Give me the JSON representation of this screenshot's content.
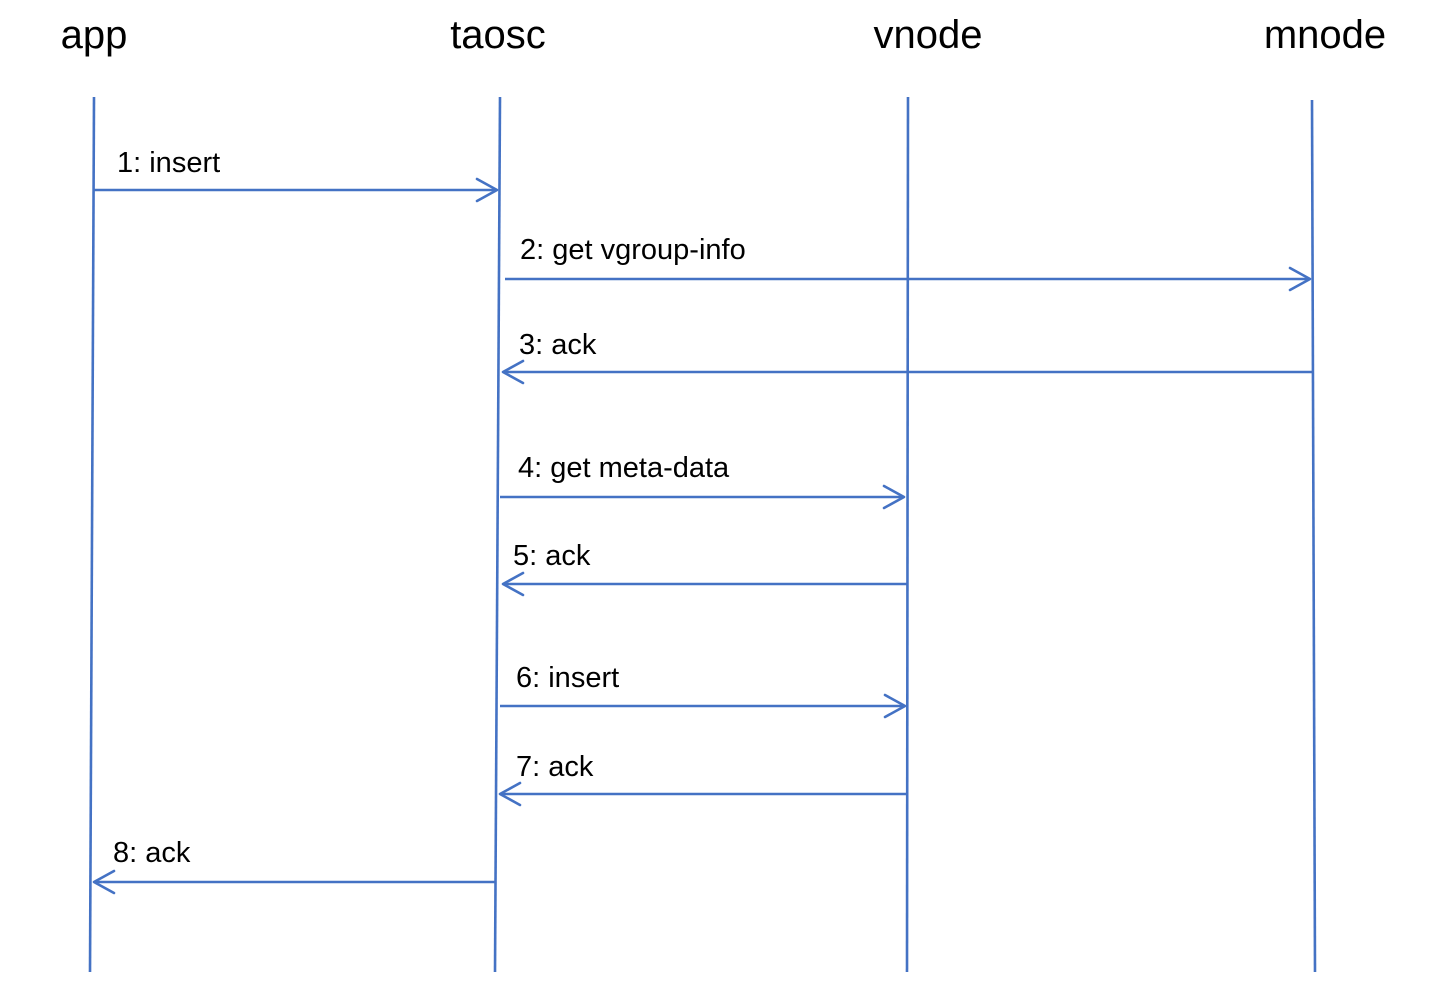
{
  "colors": {
    "line": "#4472c4",
    "text": "#000000",
    "background": "#ffffff"
  },
  "participants": [
    {
      "id": "app",
      "label": "app"
    },
    {
      "id": "taosc",
      "label": "taosc"
    },
    {
      "id": "vnode",
      "label": "vnode"
    },
    {
      "id": "mnode",
      "label": "mnode"
    }
  ],
  "messages": [
    {
      "step": 1,
      "label": "1: insert",
      "from": "app",
      "to": "taosc"
    },
    {
      "step": 2,
      "label": "2: get vgroup-info",
      "from": "taosc",
      "to": "mnode"
    },
    {
      "step": 3,
      "label": "3: ack",
      "from": "mnode",
      "to": "taosc"
    },
    {
      "step": 4,
      "label": "4: get meta-data",
      "from": "taosc",
      "to": "vnode"
    },
    {
      "step": 5,
      "label": "5: ack",
      "from": "vnode",
      "to": "taosc"
    },
    {
      "step": 6,
      "label": "6: insert",
      "from": "taosc",
      "to": "vnode"
    },
    {
      "step": 7,
      "label": "7: ack",
      "from": "vnode",
      "to": "taosc"
    },
    {
      "step": 8,
      "label": "8: ack",
      "from": "taosc",
      "to": "app"
    }
  ]
}
